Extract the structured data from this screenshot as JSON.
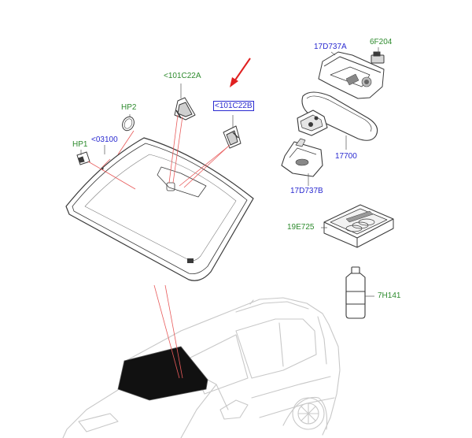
{
  "diagram": {
    "callouts": {
      "hp1": {
        "text": "HP1",
        "color": "#2e8b2e"
      },
      "hp2": {
        "text": "HP2",
        "color": "#2e8b2e"
      },
      "c03100": {
        "text": "<03100",
        "color": "#2a2ad0"
      },
      "c101c22a": {
        "text": "<101C22A",
        "color": "#2e8b2e"
      },
      "c101c22b": {
        "text": "<101C22B",
        "color": "#2a2ad0"
      },
      "c17d737a": {
        "text": "17D737A",
        "color": "#2a2ad0"
      },
      "c6f204": {
        "text": "6F204",
        "color": "#2e8b2e"
      },
      "c17700": {
        "text": "17700",
        "color": "#2a2ad0"
      },
      "c17d737b": {
        "text": "17D737B",
        "color": "#2a2ad0"
      },
      "c19e725": {
        "text": "19E725",
        "color": "#2e8b2e"
      },
      "c7h141": {
        "text": "7H141",
        "color": "#2e8b2e"
      }
    },
    "colors": {
      "outline": "#3a3a3a",
      "leader_red": "#e85a5a",
      "arrow_red": "#e02020",
      "car_line": "#c8c8c8",
      "glass_fill": "#111111"
    }
  }
}
